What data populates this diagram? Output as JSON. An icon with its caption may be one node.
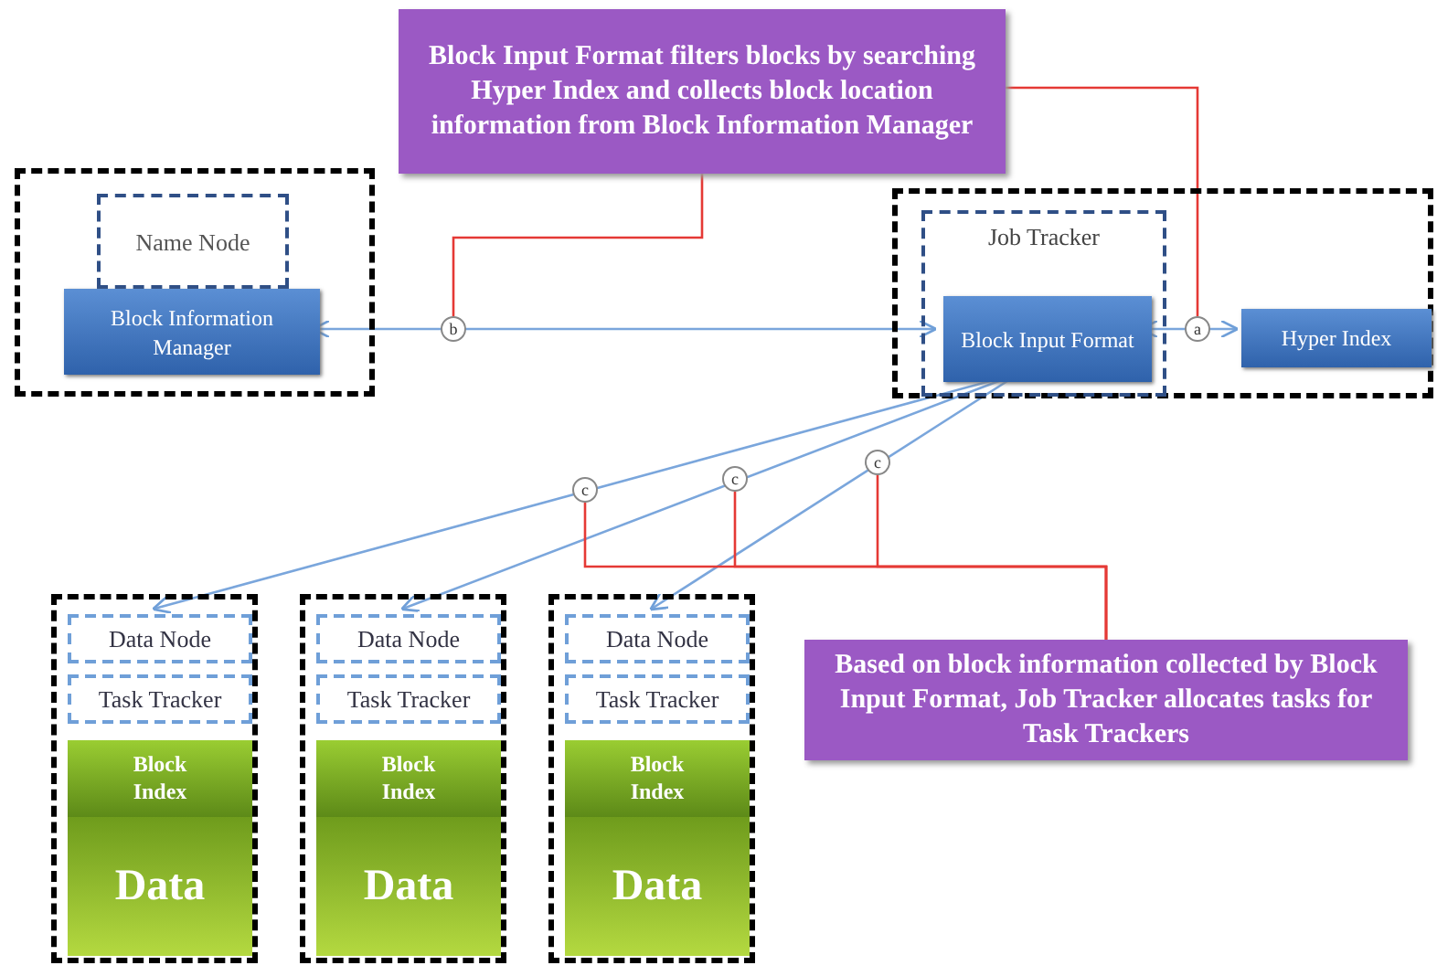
{
  "diagram": {
    "nodes": [
      {
        "text": [
          "**Block Input Format** filters blocks by searching Hyper Index and collects block location information from **Block Information Manager**"
        ]
      },
      {
        "text": [],
        "shape": "box"
      },
      {
        "text": [
          "Name Node"
        ],
        "in": 1
      },
      {
        "text": [
          "Block Information Manager"
        ],
        "in": 1
      },
      {
        "text": [],
        "shape": "box"
      },
      {
        "text": [
          "Job Tracker"
        ],
        "in": 4
      },
      {
        "text": [
          "Block Input Format"
        ],
        "in": 5
      },
      {
        "text": [
          "Hyper Index"
        ],
        "in": 4
      },
      {
        "text": [],
        "shape": "box"
      },
      {
        "text": [
          "Data Node"
        ],
        "in": 8
      },
      {
        "text": [
          "Task Tracker"
        ],
        "in": 8
      },
      {
        "text": [
          "Block Index"
        ],
        "in": 8
      },
      {
        "text": [
          "Data"
        ],
        "in": 8
      },
      {
        "text": [],
        "shape": "box"
      },
      {
        "text": [
          "Data Node"
        ],
        "in": 13
      },
      {
        "text": [
          "Task Tracker"
        ],
        "in": 13
      },
      {
        "text": [
          "Block Index"
        ],
        "in": 13
      },
      {
        "text": [
          "Data"
        ],
        "in": 13
      },
      {
        "text": [],
        "shape": "box"
      },
      {
        "text": [
          "Data Node"
        ],
        "in": 18
      },
      {
        "text": [
          "Task Tracker"
        ],
        "in": 18
      },
      {
        "text": [
          "Block Index"
        ],
        "in": 18
      },
      {
        "text": [
          "Data"
        ],
        "in": 18
      },
      {
        "text": [
          "Based on block information collected by **Block Input Format**, Job Tracker allocates tasks for Task Trackers"
        ]
      }
    ],
    "edges": [
      {
        "from": 3,
        "to": 6,
        "arrow": "both",
        "label": "b"
      },
      {
        "from": 6,
        "to": 7,
        "arrow": "both",
        "label": "a"
      },
      {
        "from": 6,
        "to": 9,
        "arrow": "to",
        "label": "c"
      },
      {
        "from": 6,
        "to": 14,
        "arrow": "to",
        "label": "c"
      },
      {
        "from": 6,
        "to": 19,
        "arrow": "to",
        "label": "c"
      },
      {
        "from": 0,
        "to": null,
        "arrow": "none",
        "color": "#e53935"
      },
      {
        "from": 0,
        "to": null,
        "arrow": "none",
        "color": "#e53935"
      },
      {
        "from": 23,
        "to": null,
        "arrow": "none",
        "color": "#e53935"
      },
      {
        "from": 23,
        "to": null,
        "arrow": "none",
        "color": "#e53935"
      },
      {
        "from": 23,
        "to": null,
        "arrow": "none",
        "color": "#e53935"
      }
    ]
  }
}
